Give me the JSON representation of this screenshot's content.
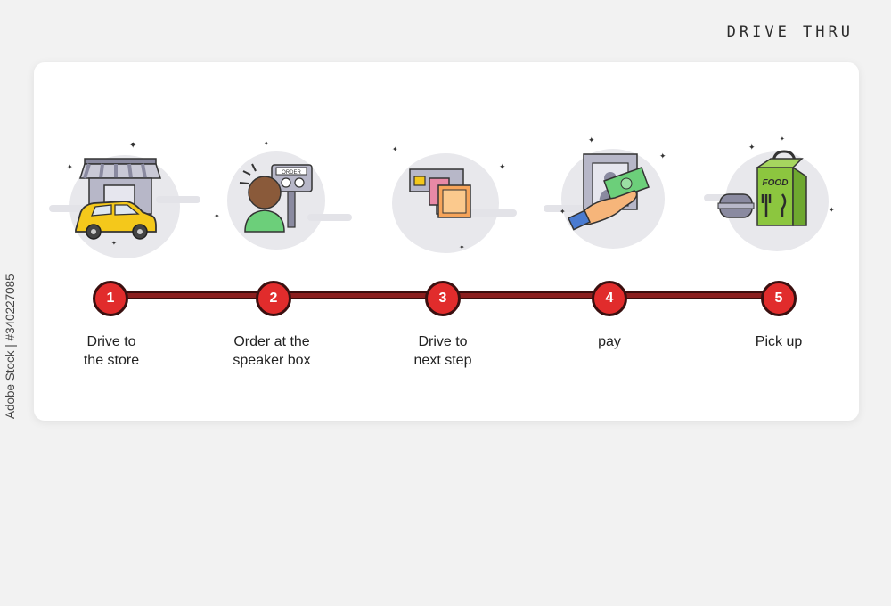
{
  "header": {
    "title": "DRIVE THRU"
  },
  "stock_id": "Adobe Stock | #340227085",
  "steps": [
    {
      "number": "1",
      "label": "Drive to\nthe store",
      "icon": "car-store-icon"
    },
    {
      "number": "2",
      "label": "Order at the\nspeaker box",
      "icon": "order-speaker-icon"
    },
    {
      "number": "3",
      "label": "Drive to\nnext step",
      "icon": "parking-map-icon"
    },
    {
      "number": "4",
      "label": "pay",
      "icon": "payment-hand-icon"
    },
    {
      "number": "5",
      "label": "Pick up",
      "icon": "food-bag-icon"
    }
  ],
  "scene_text": {
    "order_sign": "ORDER",
    "food_bag": "FOOD"
  },
  "colors": {
    "timeline": "#8b1e1e",
    "node": "#e12c2c",
    "accent_yellow": "#f4c81b",
    "accent_green": "#8cc63f"
  }
}
